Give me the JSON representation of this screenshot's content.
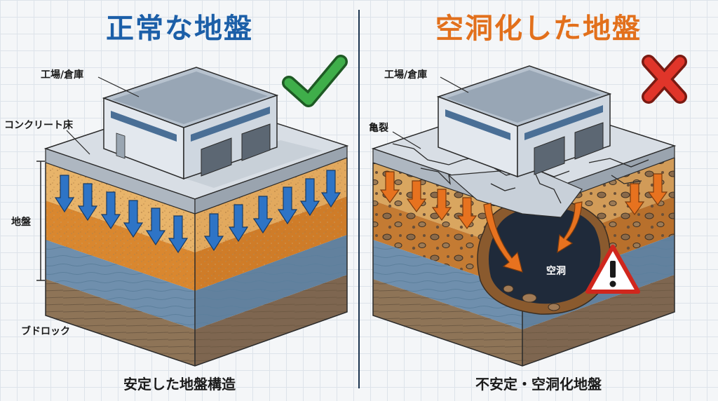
{
  "left_panel": {
    "title": "正常な地盤",
    "caption": "安定した地盤構造",
    "labels": {
      "building": "工場/倉庫",
      "floor": "コンクリート床",
      "ground": "地盤",
      "bedrock": "ブドロック"
    },
    "status_icon": "check-icon",
    "accent_color": "#1c5fa8"
  },
  "right_panel": {
    "title": "空洞化した地盤",
    "caption": "不安定・空洞化地盤",
    "labels": {
      "building": "工場/倉庫",
      "crack": "亀裂",
      "cavity": "空洞"
    },
    "status_icon": "cross-icon",
    "warning_icon": "warning-triangle-icon",
    "accent_color": "#e2701c"
  }
}
